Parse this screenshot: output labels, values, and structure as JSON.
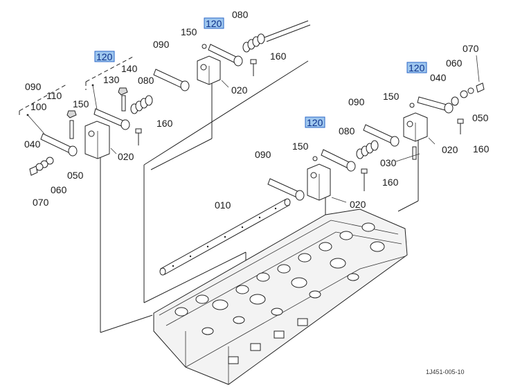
{
  "diagram": {
    "drawing_number": "1J451-005-10",
    "highlight_color": "#9fc7ee",
    "labels": [
      {
        "id": "l-080-top",
        "text": "080",
        "highlight": false
      },
      {
        "id": "l-120-top",
        "text": "120",
        "highlight": true
      },
      {
        "id": "l-150-top",
        "text": "150",
        "highlight": false
      },
      {
        "id": "l-160-top",
        "text": "160",
        "highlight": false
      },
      {
        "id": "l-070-right",
        "text": "070",
        "highlight": false
      },
      {
        "id": "l-120-left",
        "text": "120",
        "highlight": true
      },
      {
        "id": "l-090-top",
        "text": "090",
        "highlight": false
      },
      {
        "id": "l-140",
        "text": "140",
        "highlight": false
      },
      {
        "id": "l-130",
        "text": "130",
        "highlight": false
      },
      {
        "id": "l-080-left",
        "text": "080",
        "highlight": false
      },
      {
        "id": "l-020-top",
        "text": "020",
        "highlight": false
      },
      {
        "id": "l-120-right",
        "text": "120",
        "highlight": true
      },
      {
        "id": "l-060-right",
        "text": "060",
        "highlight": false
      },
      {
        "id": "l-040-right",
        "text": "040",
        "highlight": false
      },
      {
        "id": "l-090-left",
        "text": "090",
        "highlight": false
      },
      {
        "id": "l-110",
        "text": "110",
        "highlight": false
      },
      {
        "id": "l-100",
        "text": "100",
        "highlight": false
      },
      {
        "id": "l-150-left",
        "text": "150",
        "highlight": false
      },
      {
        "id": "l-160-mid",
        "text": "160",
        "highlight": false
      },
      {
        "id": "l-150-right",
        "text": "150",
        "highlight": false
      },
      {
        "id": "l-090-right",
        "text": "090",
        "highlight": false
      },
      {
        "id": "l-050-right",
        "text": "050",
        "highlight": false
      },
      {
        "id": "l-120-mid",
        "text": "120",
        "highlight": true
      },
      {
        "id": "l-080-mid",
        "text": "080",
        "highlight": false
      },
      {
        "id": "l-020-right",
        "text": "020",
        "highlight": false
      },
      {
        "id": "l-160-right",
        "text": "160",
        "highlight": false
      },
      {
        "id": "l-040-left",
        "text": "040",
        "highlight": false
      },
      {
        "id": "l-020-left",
        "text": "020",
        "highlight": false
      },
      {
        "id": "l-150-mid",
        "text": "150",
        "highlight": false
      },
      {
        "id": "l-090-mid",
        "text": "090",
        "highlight": false
      },
      {
        "id": "l-030",
        "text": "030",
        "highlight": false
      },
      {
        "id": "l-050-left",
        "text": "050",
        "highlight": false
      },
      {
        "id": "l-060-left",
        "text": "060",
        "highlight": false
      },
      {
        "id": "l-160-lower",
        "text": "160",
        "highlight": false
      },
      {
        "id": "l-070-left",
        "text": "070",
        "highlight": false
      },
      {
        "id": "l-020-mid",
        "text": "020",
        "highlight": false
      },
      {
        "id": "l-010",
        "text": "010",
        "highlight": false
      }
    ]
  }
}
